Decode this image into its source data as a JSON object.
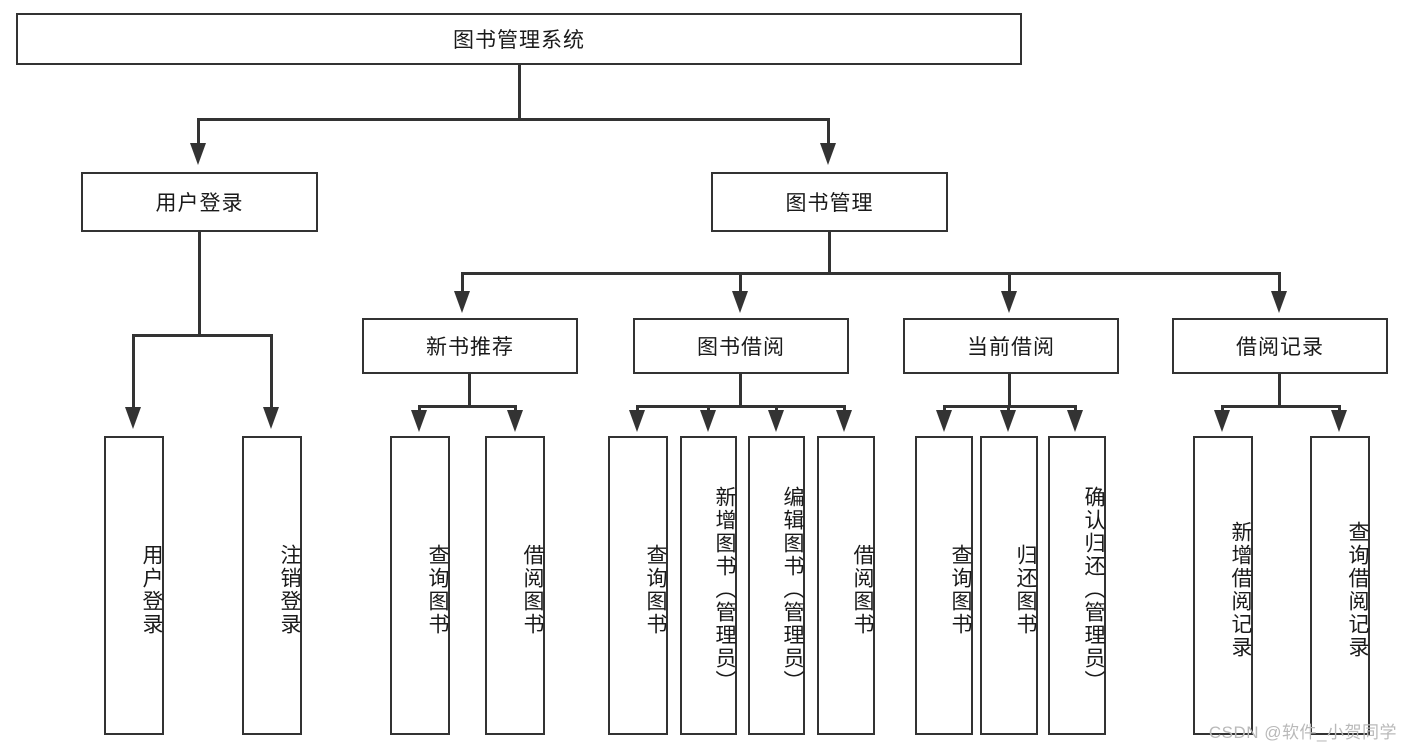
{
  "diagram": {
    "title_node": {
      "label": "图书管理系统"
    },
    "level2": [
      {
        "id": "user-login",
        "label": "用户登录"
      },
      {
        "id": "book-manage",
        "label": "图书管理"
      }
    ],
    "level3": [
      {
        "id": "new-book-recommend",
        "label": "新书推荐"
      },
      {
        "id": "book-borrow",
        "label": "图书借阅"
      },
      {
        "id": "current-borrow",
        "label": "当前借阅"
      },
      {
        "id": "borrow-record",
        "label": "借阅记录"
      }
    ],
    "leaves": {
      "user_login": [
        {
          "id": "leaf-user-login",
          "label": "用户登录"
        },
        {
          "id": "leaf-logout-login",
          "label": "注销登录"
        }
      ],
      "new_book_recommend": [
        {
          "id": "leaf-query-book-1",
          "label": "查询图书"
        },
        {
          "id": "leaf-borrow-book-1",
          "label": "借阅图书"
        }
      ],
      "book_borrow": [
        {
          "id": "leaf-query-book-2",
          "label": "查询图书"
        },
        {
          "id": "leaf-add-book",
          "label": "新增图书（管理员）"
        },
        {
          "id": "leaf-edit-book",
          "label": "编辑图书（管理员）"
        },
        {
          "id": "leaf-borrow-book-2",
          "label": "借阅图书"
        }
      ],
      "current_borrow": [
        {
          "id": "leaf-query-book-3",
          "label": "查询图书"
        },
        {
          "id": "leaf-return-book",
          "label": "归还图书"
        },
        {
          "id": "leaf-confirm-return",
          "label": "确认归还（管理员）"
        }
      ],
      "borrow_record": [
        {
          "id": "leaf-add-record",
          "label": "新增借阅记录"
        },
        {
          "id": "leaf-query-record",
          "label": "查询借阅记录"
        }
      ]
    }
  },
  "watermark": {
    "text": "CSDN @软件_小贺同学"
  },
  "colors": {
    "stroke": "#333333",
    "fill": "#ffffff",
    "text": "#1a1a1a",
    "watermark": "#b9b9b9"
  }
}
